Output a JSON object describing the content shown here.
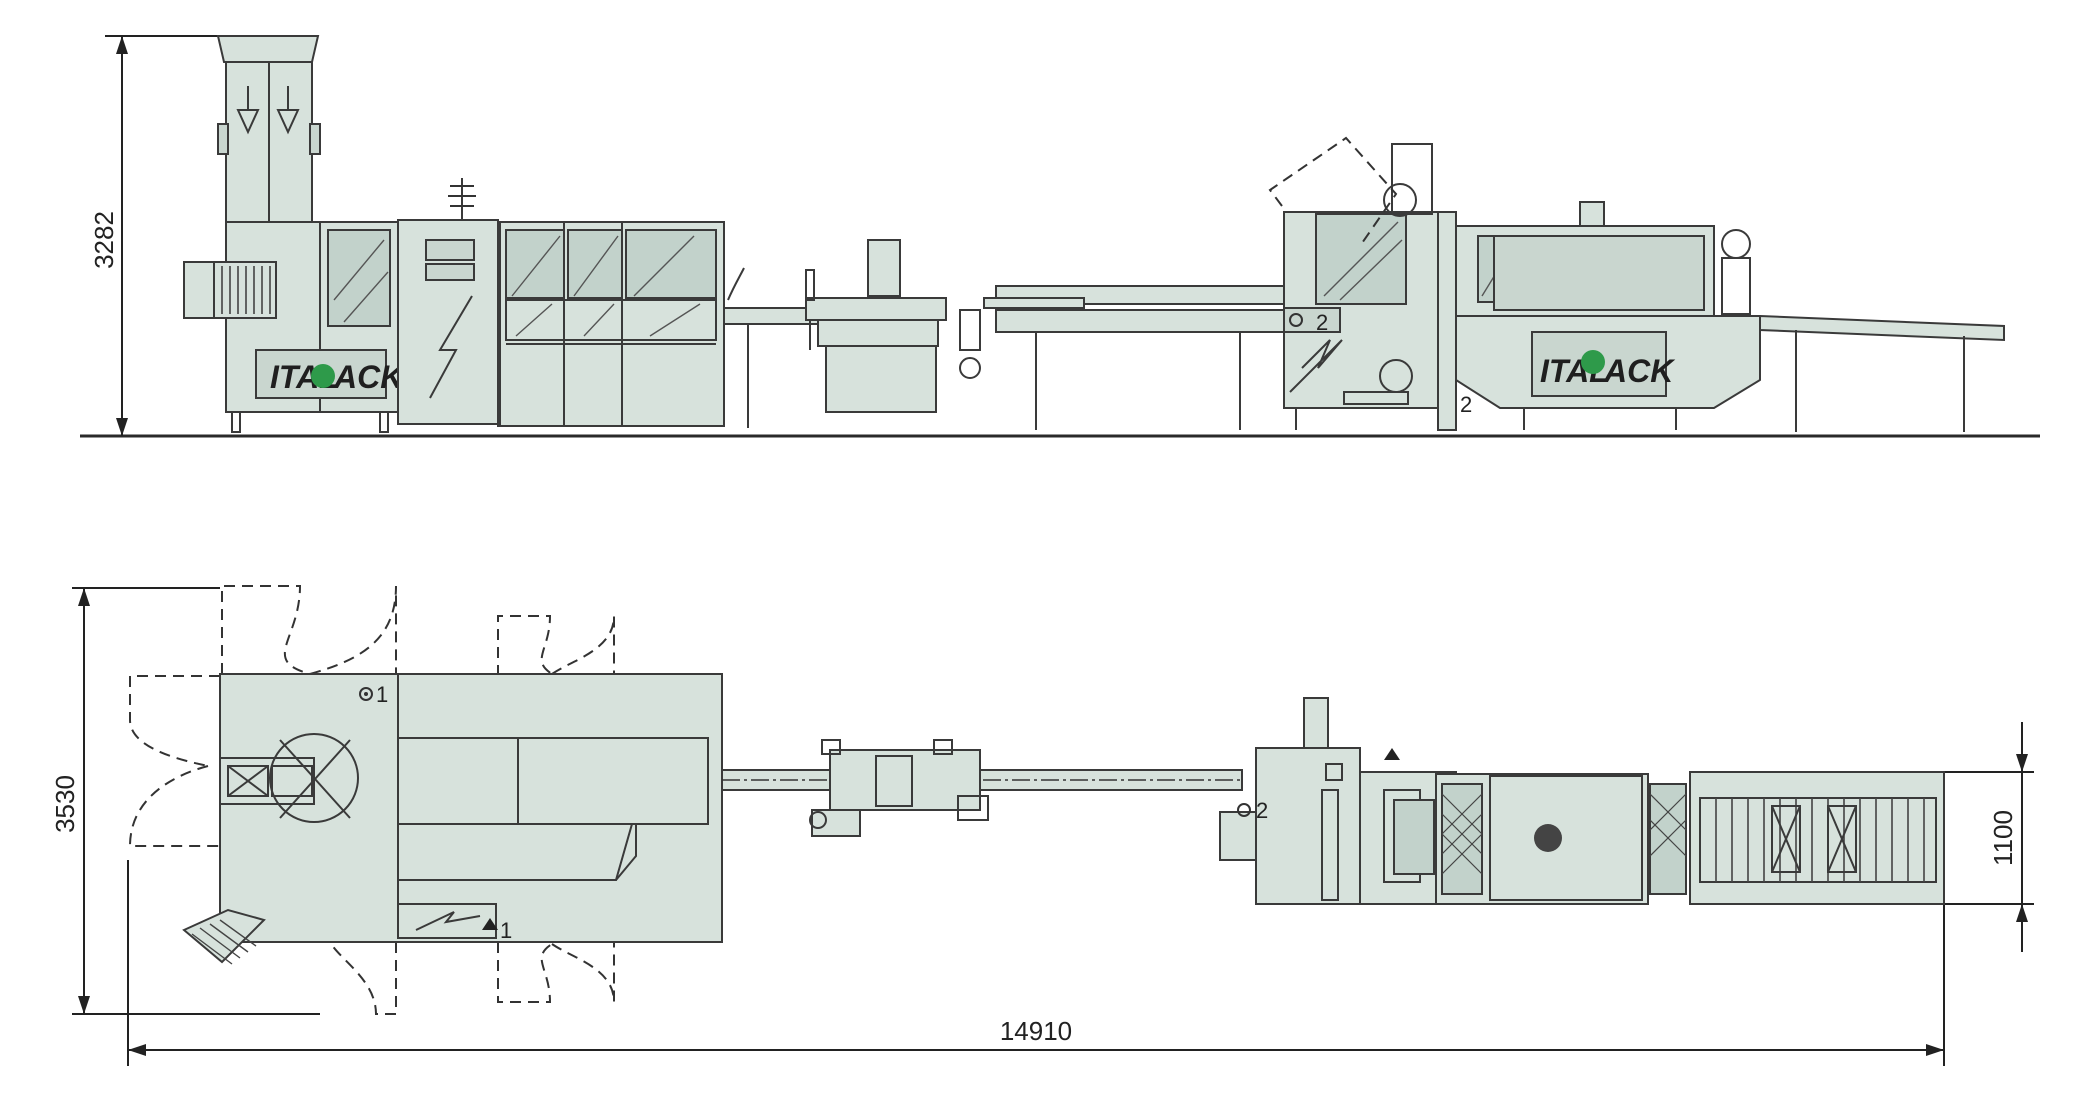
{
  "dimensions": {
    "side_height": "3282",
    "plan_depth": "3530",
    "plan_length": "14910",
    "conveyor_width": "1100"
  },
  "brand": {
    "logo_left": "ITAL",
    "logo_right": "ACK",
    "logo_color": "#2e9a4a"
  },
  "markers": {
    "m1": "1",
    "m2": "2"
  },
  "colors": {
    "body": "#d7e2dc",
    "line": "#3a3a3a"
  }
}
